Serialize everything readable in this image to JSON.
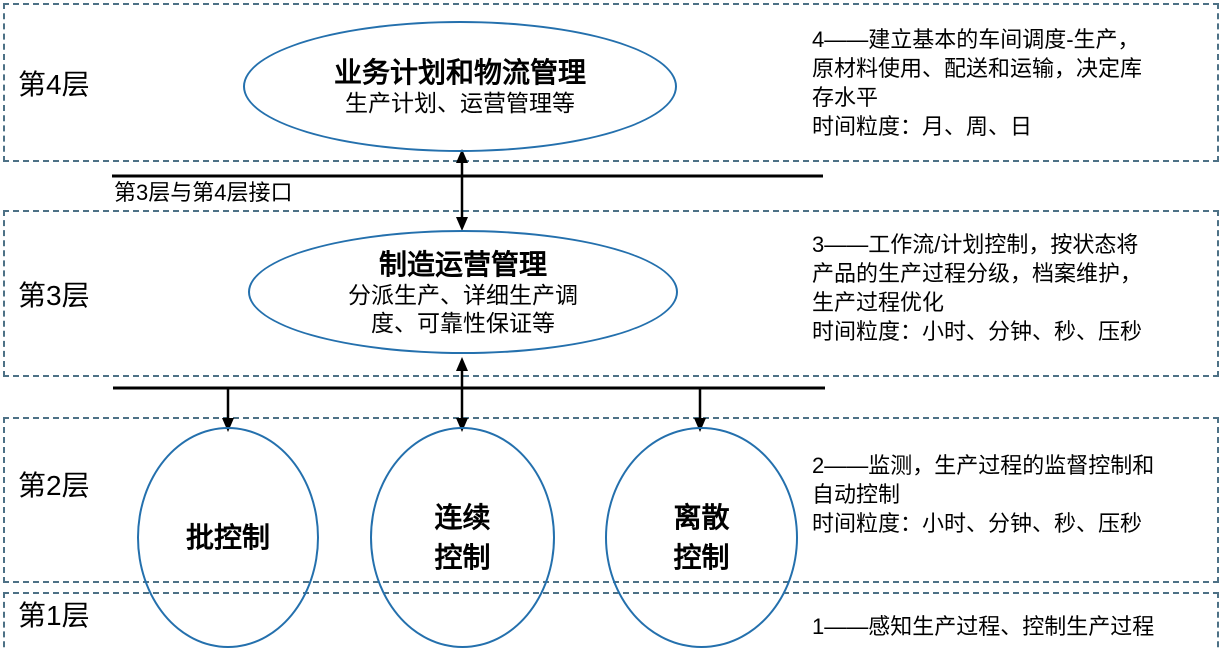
{
  "colors": {
    "box_dashed_border": "#4d7186",
    "ellipse_border": "#2470ad",
    "connector": "#000000",
    "text": "#000000",
    "background": "#ffffff"
  },
  "interface_label": "第3层与第4层接口",
  "layers": [
    {
      "label": "第4层",
      "ellipse_title": "业务计划和物流管理",
      "ellipse_subtitle": [
        "生产计划、运营管理等"
      ],
      "description": [
        "4——建立基本的车间调度-生产，",
        "原材料使用、配送和运输，决定库",
        "存水平",
        "时间粒度：月、周、日"
      ]
    },
    {
      "label": "第3层",
      "ellipse_title": "制造运营管理",
      "ellipse_subtitle": [
        "分派生产、详细生产调",
        "度、可靠性保证等"
      ],
      "description": [
        "3——工作流/计划控制，按状态将",
        "产品的生产过程分级，档案维护，",
        "生产过程优化",
        "时间粒度：小时、分钟、秒、压秒"
      ]
    },
    {
      "label": "第2层",
      "ellipses": [
        {
          "name": [
            "批控制"
          ]
        },
        {
          "name": [
            "连续",
            "控制"
          ]
        },
        {
          "name": [
            "离散",
            "控制"
          ]
        }
      ],
      "description": [
        "2——监测，生产过程的监督控制和",
        "自动控制",
        "时间粒度：小时、分钟、秒、压秒"
      ]
    },
    {
      "label": "第1层",
      "description": [
        "1——感知生产过程、控制生产过程"
      ]
    }
  ]
}
